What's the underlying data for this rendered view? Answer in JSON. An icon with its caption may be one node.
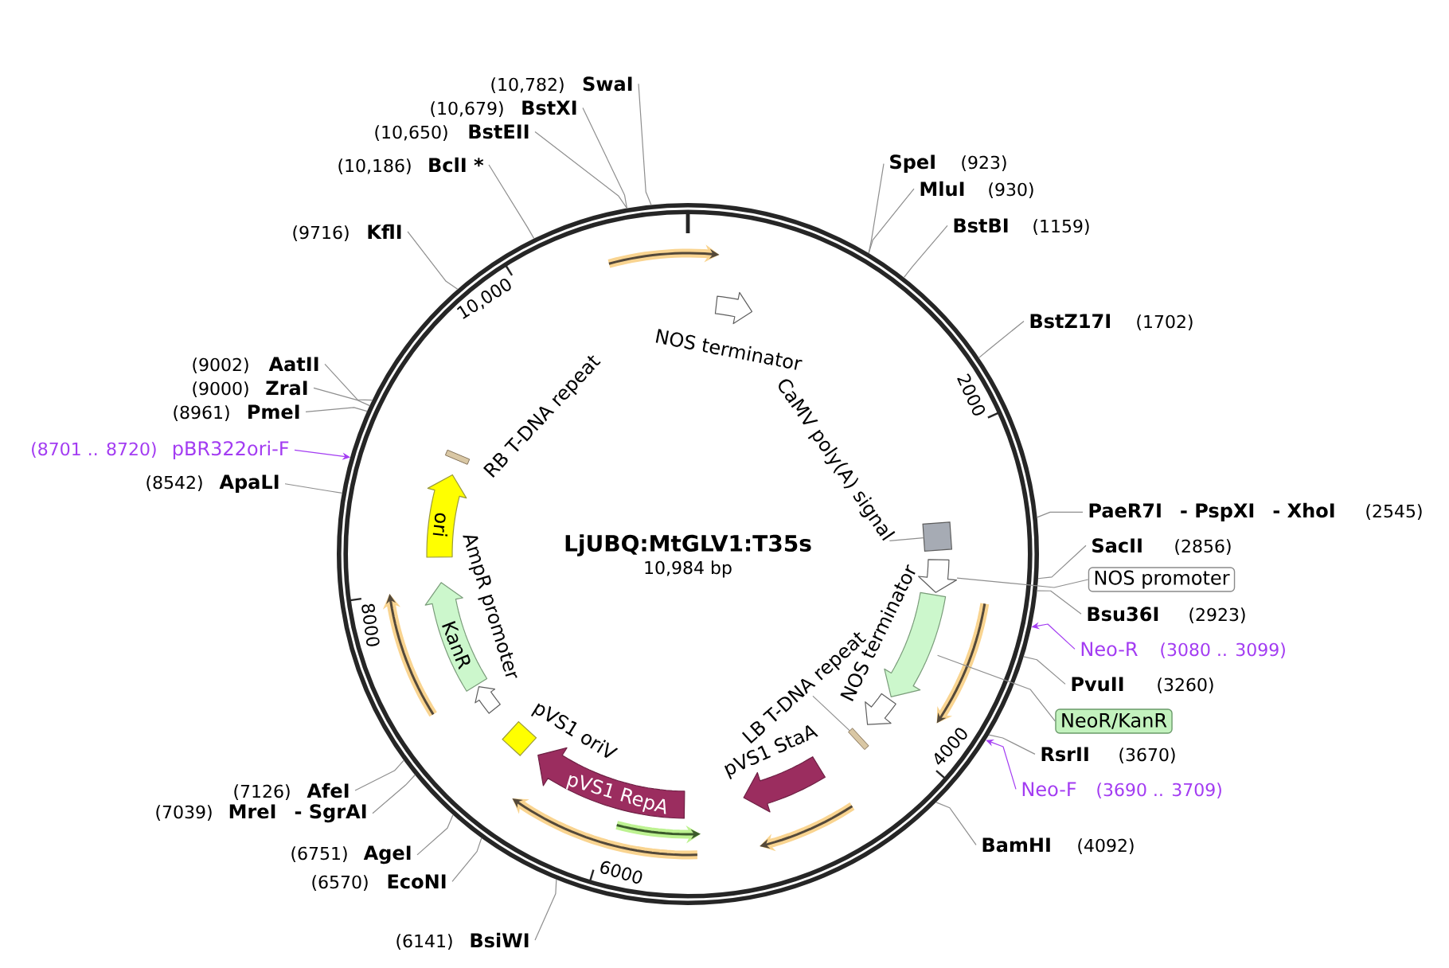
{
  "diagram": {
    "title": "LjUBQ:MtGLV1:T35s",
    "nodes": [
      {
        "text": [],
        "shape": "circle"
      },
      {
        "text": [
          "NOS terminator"
        ],
        "in": 0
      },
      {
        "text": [
          "CaMV poly(A) signal"
        ],
        "in": 0
      },
      {
        "text": [],
        "shape": "box",
        "in": 0
      },
      {
        "text": [],
        "shape": "arrow",
        "in": 0
      },
      {
        "text": [],
        "shape": "arrow",
        "in": 0
      },
      {
        "text": [
          "NOS terminator"
        ],
        "in": 0
      },
      {
        "text": [
          "LB T-DNA repeat"
        ],
        "in": 0
      },
      {
        "text": [],
        "shape": "bar",
        "in": 0
      },
      {
        "text": [
          "pVS1 StaA"
        ],
        "in": 0
      },
      {
        "text": [
          "pVS1 RepA"
        ],
        "in": 0
      },
      {
        "text": [
          "pVS1 oriV"
        ],
        "in": 0
      },
      {
        "text": [
          "AmpR promoter"
        ],
        "in": 0
      },
      {
        "text": [
          "KanR"
        ],
        "in": 0
      },
      {
        "text": [
          "ori"
        ],
        "in": 0
      },
      {
        "text": [
          "RB T-DNA repeat"
        ],
        "in": 0
      },
      {
        "text": [
          "SpeI"
        ],
        "beside": [
          "(923)"
        ]
      },
      {
        "text": [
          "MluI"
        ],
        "beside": [
          "(930)"
        ]
      },
      {
        "text": [
          "BstBI"
        ],
        "beside": [
          "(1159)"
        ]
      },
      {
        "text": [
          "BstZ17I"
        ],
        "beside": [
          "(1702)"
        ]
      },
      {
        "text": [
          "PaeR7I",
          "- PspXI",
          "- XhoI"
        ],
        "beside": [
          "(2545)"
        ]
      },
      {
        "text": [
          "SacII"
        ],
        "beside": [
          "(2856)"
        ]
      },
      {
        "text": [
          "NOS promoter"
        ]
      },
      {
        "text": [
          "Bsu36I"
        ],
        "beside": [
          "(2923)"
        ]
      },
      {
        "text": [
          "Neo-R"
        ],
        "beside": [
          "(3080 .. 3099)"
        ]
      },
      {
        "text": [
          "PvuII"
        ],
        "beside": [
          "(3260)"
        ]
      },
      {
        "text": [
          "NeoR/KanR"
        ]
      },
      {
        "text": [
          "RsrII"
        ],
        "beside": [
          "(3670)"
        ]
      },
      {
        "text": [
          "Neo-F"
        ],
        "beside": [
          "(3690 .. 3709)"
        ]
      },
      {
        "text": [
          "BamHI"
        ],
        "beside": [
          "(4092)"
        ]
      },
      {
        "text": [
          "BsiWI"
        ],
        "beside": [
          "(6141)"
        ]
      },
      {
        "text": [
          "EcoNI"
        ],
        "beside": [
          "(6570)"
        ]
      },
      {
        "text": [
          "AgeI"
        ],
        "beside": [
          "(6751)"
        ]
      },
      {
        "text": [
          "MreI",
          "- SgrAI"
        ],
        "beside": [
          "(7039)"
        ]
      },
      {
        "text": [
          "AfeI"
        ],
        "beside": [
          "(7126)"
        ]
      },
      {
        "text": [
          "ApaLI"
        ],
        "beside": [
          "(8542)"
        ]
      },
      {
        "text": [
          "pBR322ori-F"
        ],
        "beside": [
          "(8701 .. 8720)"
        ]
      },
      {
        "text": [
          "PmeI"
        ],
        "beside": [
          "(8961)"
        ]
      },
      {
        "text": [
          "ZraI"
        ],
        "beside": [
          "(9000)"
        ]
      },
      {
        "text": [
          "AatII"
        ],
        "beside": [
          "(9002)"
        ]
      },
      {
        "text": [
          "KflI"
        ],
        "beside": [
          "(9716)"
        ]
      },
      {
        "text": [
          "BclI *"
        ],
        "beside": [
          "(10,186)"
        ]
      },
      {
        "text": [
          "BstEII"
        ],
        "beside": [
          "(10,650)"
        ]
      },
      {
        "text": [
          "BstXI"
        ],
        "beside": [
          "(10,679)"
        ]
      },
      {
        "text": [
          "SwaI"
        ],
        "beside": [
          "(10,782)"
        ]
      }
    ],
    "edges": [
      {
        "from": 2,
        "to": 3,
        "arrow": "none"
      },
      {
        "from": 7,
        "to": 8,
        "arrow": "none"
      },
      {
        "from": 16,
        "to": 0,
        "arrow": "none"
      },
      {
        "from": 17,
        "to": 0,
        "arrow": "none"
      },
      {
        "from": 18,
        "to": 0,
        "arrow": "none"
      },
      {
        "from": 19,
        "to": 0,
        "arrow": "none"
      },
      {
        "from": 20,
        "to": 0,
        "arrow": "none"
      },
      {
        "from": 21,
        "to": 0,
        "arrow": "none"
      },
      {
        "from": 22,
        "to": 4,
        "arrow": "none"
      },
      {
        "from": 23,
        "to": 0,
        "arrow": "none"
      },
      {
        "from": 24,
        "to": 0,
        "arrow": "to",
        "color": "#a33cf2"
      },
      {
        "from": 25,
        "to": 0,
        "arrow": "none"
      },
      {
        "from": 26,
        "to": 5,
        "arrow": "none"
      },
      {
        "from": 27,
        "to": 0,
        "arrow": "none"
      },
      {
        "from": 28,
        "to": 0,
        "arrow": "to",
        "color": "#a33cf2"
      },
      {
        "from": 29,
        "to": 0,
        "arrow": "none"
      },
      {
        "from": 30,
        "to": 0,
        "arrow": "none"
      },
      {
        "from": 31,
        "to": 0,
        "arrow": "none"
      },
      {
        "from": 32,
        "to": 0,
        "arrow": "none"
      },
      {
        "from": 33,
        "to": 0,
        "arrow": "none"
      },
      {
        "from": 34,
        "to": 0,
        "arrow": "none"
      },
      {
        "from": 35,
        "to": 0,
        "arrow": "none"
      },
      {
        "from": 36,
        "to": 0,
        "arrow": "to",
        "color": "#a33cf2"
      },
      {
        "from": 37,
        "to": 0,
        "arrow": "none"
      },
      {
        "from": 38,
        "to": 0,
        "arrow": "none"
      },
      {
        "from": 39,
        "to": 0,
        "arrow": "none"
      },
      {
        "from": 40,
        "to": 0,
        "arrow": "none"
      },
      {
        "from": 41,
        "to": 0,
        "arrow": "none"
      },
      {
        "from": 42,
        "to": 0,
        "arrow": "none"
      },
      {
        "from": 43,
        "to": 0,
        "arrow": "none"
      },
      {
        "from": 44,
        "to": 0,
        "arrow": "none"
      }
    ],
    "labels": [
      "10,984 bp",
      "2000",
      "4000",
      "6000",
      "8000",
      "10,000"
    ]
  }
}
